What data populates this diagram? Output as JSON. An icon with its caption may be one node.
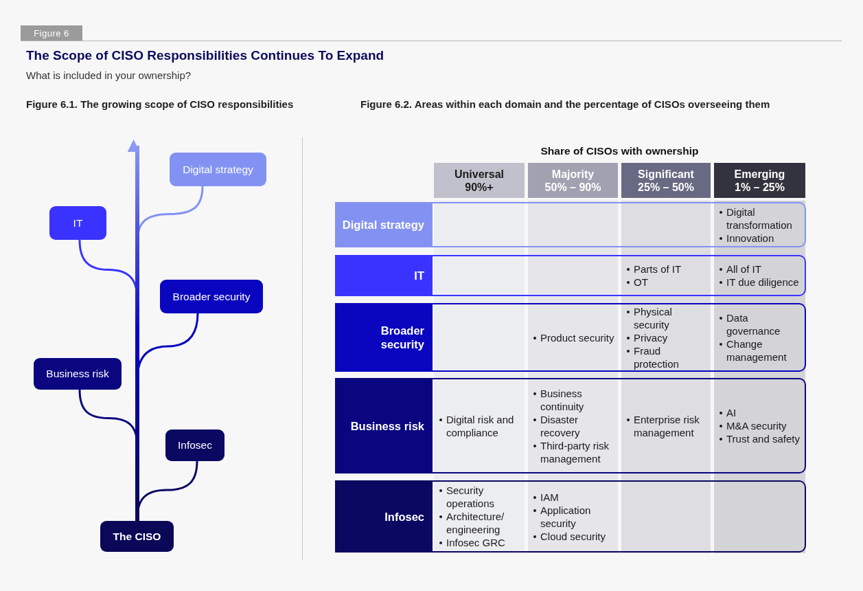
{
  "diagram": {
    "title": "The Scope of CISO Responsibilities Continues To Expand",
    "nodes": [
      {
        "text": [
          "The CISO"
        ]
      },
      {
        "text": [
          "Infosec"
        ]
      },
      {
        "text": [
          "Business risk"
        ]
      },
      {
        "text": [
          "Broader security"
        ]
      },
      {
        "text": [
          "IT"
        ]
      },
      {
        "text": [
          "Digital strategy"
        ]
      }
    ],
    "edges": [
      {
        "from": 0,
        "to": 1,
        "arrow": "none",
        "color": "#0b0862"
      },
      {
        "from": 0,
        "to": 2,
        "arrow": "none",
        "color": "#0b0680"
      },
      {
        "from": 0,
        "to": 3,
        "arrow": "none",
        "color": "#0a05bf"
      },
      {
        "from": 0,
        "to": 4,
        "arrow": "none",
        "color": "#3a33ff"
      },
      {
        "from": 0,
        "to": 5,
        "arrow": "none",
        "color": "#8392f2"
      },
      {
        "from": 0,
        "to": null,
        "arrow": "to",
        "style": "thick"
      }
    ],
    "labels": [
      "Figure 6",
      "What is included in your ownership?",
      "Figure 6.1. The growing scope of CISO responsibilities",
      "Figure 6.2. Areas within each domain and the percentage of CISOs overseeing them",
      "Share of CISOs with ownership",
      "Universal 90%+",
      "Majority 50% – 90%",
      "Significant 25% – 50%",
      "Emerging 1% – 25%",
      "Digital strategy",
      "Digital transformation",
      "Innovation",
      "IT",
      "Parts of IT",
      "OT",
      "All of IT",
      "IT due diligence",
      "Broader security",
      "Product security",
      "Physical security",
      "Privacy",
      "Fraud protection",
      "Data governance",
      "Change management",
      "Business risk",
      "Digital risk and compliance",
      "Business continuity",
      "Disaster recovery",
      "Third-party risk management",
      "Enterprise risk management",
      "AI",
      "M&A security",
      "Trust and safety",
      "Infosec",
      "Security operations",
      "Architecture/ engineering",
      "Infosec GRC",
      "IAM",
      "Application security",
      "Cloud security"
    ]
  }
}
